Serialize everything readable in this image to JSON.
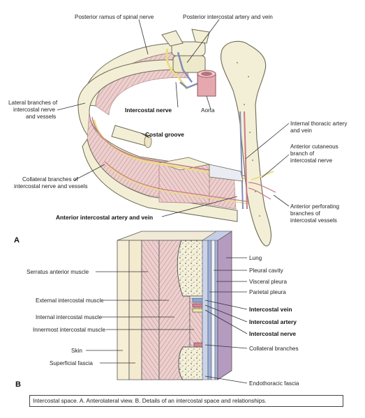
{
  "panel_a": {
    "letter": "A",
    "labels": {
      "posterior_ramus": "Posterior ramus of spinal nerve",
      "posterior_intercostal": "Posterior intercostal artery and vein",
      "lateral_branches_1": "Lateral branches of",
      "lateral_branches_2": "intercostal nerve",
      "lateral_branches_3": "and vessels",
      "intercostal_nerve": "Intercostal nerve",
      "aorta": "Aorta",
      "costal_groove": "Costal groove",
      "internal_thoracic_1": "Internal thoracic artery",
      "internal_thoracic_2": "and vein",
      "anterior_cutaneous_1": "Anterior cutaneous",
      "anterior_cutaneous_2": "branch of",
      "anterior_cutaneous_3": "intercostal nerve",
      "collateral_1": "Collateral branches of",
      "collateral_2": "intercostal nerve and vessels",
      "anterior_intercostal": "Anterior intercostal artery and vein",
      "anterior_perforating_1": "Anterior perforating",
      "anterior_perforating_2": "branches of",
      "anterior_perforating_3": "intercostal vessels"
    }
  },
  "panel_b": {
    "letter": "B",
    "labels": {
      "serratus": "Serratus anterior muscle",
      "external_ic": "External intercostal muscle",
      "internal_ic": "Internal intercostal muscle",
      "innermost_ic": "Innermost intercostal muscle",
      "skin": "Skin",
      "superficial_fascia": "Superficial fascia",
      "lung": "Lung",
      "pleural_cavity": "Pleural cavity",
      "visceral_pleura": "Visceral pleura",
      "parietal_pleura": "Parietal pleura",
      "intercostal_vein": "Intercostal vein",
      "intercostal_artery": "Intercostal artery",
      "intercostal_nerve": "Intercostal nerve",
      "collateral_branches": "Collateral branches",
      "endothoracic_fascia": "Endothoracic fascia"
    }
  },
  "caption": "Intercostal space. A. Anterolateral view. B. Details of an intercostal space and relationships.",
  "colors": {
    "bone": "#f3efd6",
    "bone_edge": "#6d6a55",
    "muscle": "#e8c3c3",
    "muscle_stripe": "#c98d8d",
    "vessel": "#d9a0a8",
    "nerve": "#f4efb0",
    "fascia_blue": "#b9c3de",
    "lung_purple": "#b59bbf"
  }
}
